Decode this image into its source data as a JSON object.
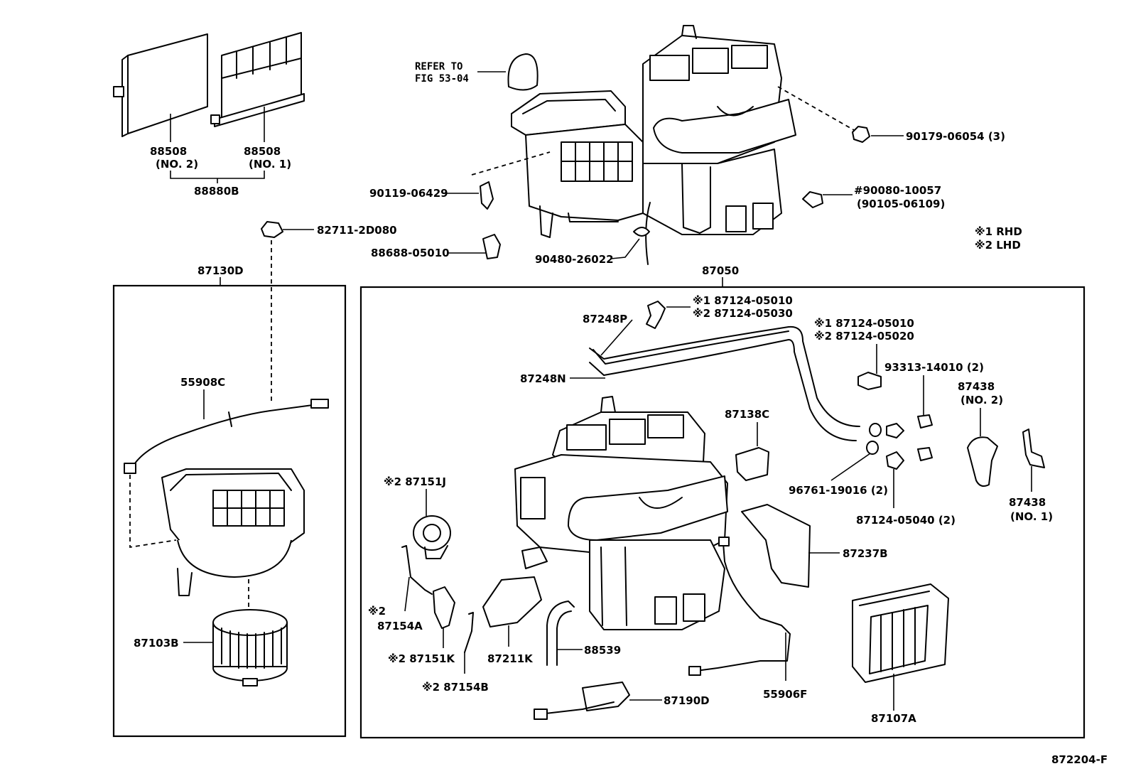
{
  "diagram": {
    "figure_code": "872204-F",
    "legend": {
      "rhd": "※1 RHD",
      "lhd": "※2 LHD"
    },
    "reference": {
      "line1": "REFER TO",
      "line2": "FIG 53-04"
    },
    "labels": {
      "filter_no2_part": "88508",
      "filter_no2_sub": "(NO. 2)",
      "filter_no1_part": "88508",
      "filter_no1_sub": "(NO. 1)",
      "filter_set": "88880B",
      "clip_82711": "82711-2D080",
      "blower_assy": "87130D",
      "harness_55908c": "55908C",
      "fan_87103b": "87103B",
      "screw_90119": "90119-06429",
      "bracket_88688": "88688-05010",
      "grommet_90480": "90480-26022",
      "nut_90179": "90179-06054 (3)",
      "screw_90080": "#90080-10057",
      "screw_90105": "(90105-06109)",
      "unit_87050": "87050",
      "clamp_rhd_05010_a": "※1 87124-05010",
      "clamp_lhd_05030": "※2 87124-05030",
      "pipe_87248p": "87248P",
      "clamp_rhd_05010_b": "※1 87124-05010",
      "clamp_lhd_05020": "※2 87124-05020",
      "pipe_87248n": "87248N",
      "screw_93313": "93313-14010 (2)",
      "plate_87438_no2": "87438",
      "plate_87438_no2_sub": "(NO. 2)",
      "seal_87138c": "87138C",
      "oring_96761": "96761-19016 (2)",
      "clamp_87124_05040": "87124-05040 (2)",
      "plate_87438_no1": "87438",
      "plate_87438_no1_sub": "(NO. 1)",
      "servo_87151j": "※2 87151J",
      "rod_87154a_mark": "※2",
      "rod_87154a": "87154A",
      "lever_87151k": "※2 87151K",
      "rod_87154b": "※2 87154B",
      "duct_87211k": "87211K",
      "hose_88539": "88539",
      "cover_87237b": "87237B",
      "sensor_55906f": "55906F",
      "core_87107a": "87107A",
      "harness_87190d": "87190D"
    }
  }
}
